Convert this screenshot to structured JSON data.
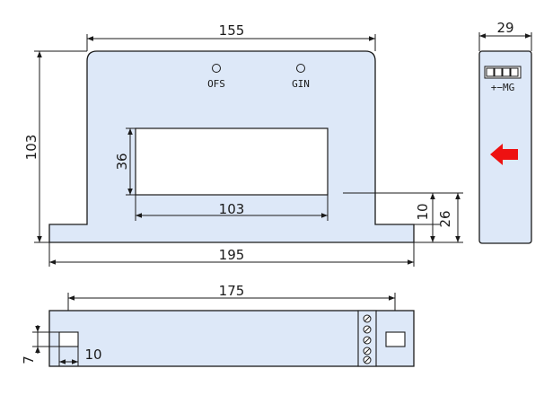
{
  "front_view": {
    "dim_top_width": "155",
    "dim_height": "103",
    "dim_window_height": "36",
    "dim_window_width": "103",
    "dim_base_width": "195",
    "dim_foot_height": "10",
    "dim_window_offset": "26",
    "led_offset_label": "OFS",
    "led_gain_label": "GIN"
  },
  "side_view": {
    "dim_thickness": "29",
    "connector_label": "+−MG",
    "arrow_color": "#ee1111"
  },
  "bottom_view": {
    "dim_hole_spacing": "175",
    "dim_hole_height": "7",
    "dim_hole_width": "10"
  },
  "colors": {
    "body": "#dde8f8",
    "line": "#1a1a1a"
  }
}
